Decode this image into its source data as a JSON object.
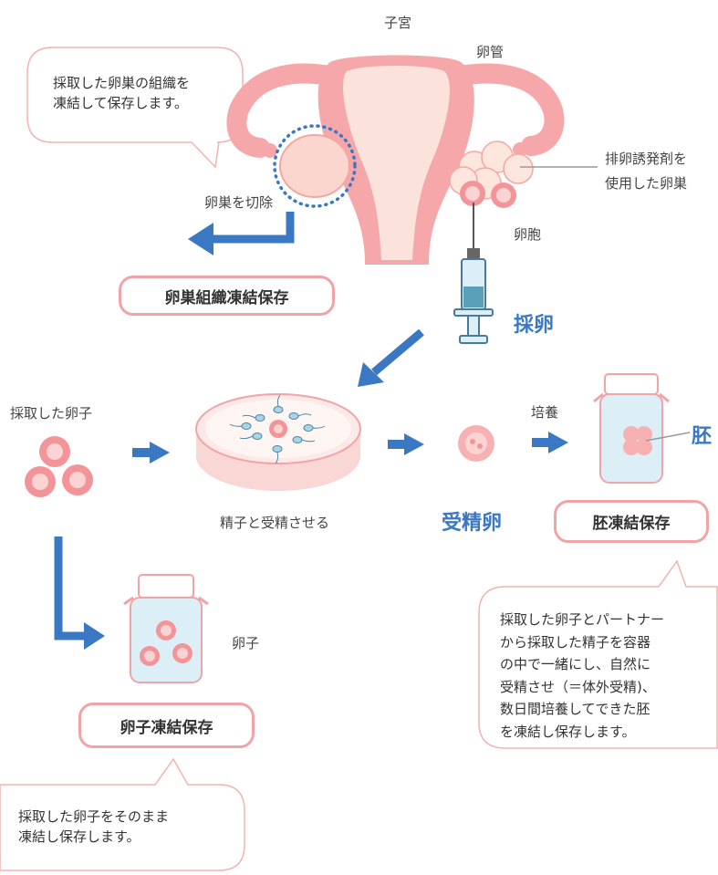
{
  "labels": {
    "uterus": "子宮",
    "fallopian_tube": "卵管",
    "stimulated_ovary_line1": "排卵誘発剤を",
    "stimulated_ovary_line2": "使用した卵巣",
    "follicle": "卵胞",
    "ovary_excision": "卵巣を切除",
    "egg_retrieval": "採卵",
    "retrieved_eggs": "採取した卵子",
    "fertilize": "精子と受精させる",
    "fertilized_egg": "受精卵",
    "culture": "培養",
    "embryo": "胚",
    "egg": "卵子"
  },
  "boxes": {
    "ovarian_tissue": "卵巣組織凍結保存",
    "embryo_freeze": "胚凍結保存",
    "egg_freeze": "卵子凍結保存"
  },
  "bubbles": {
    "ovary_note": [
      "採取した卵巣の組織を",
      "凍結して保存します。"
    ],
    "embryo_note": [
      "採取した卵子とパートナー",
      "から採取した精子を容器",
      "の中で一緒にし、自然に",
      "受精させ（＝体外受精)、",
      "数日間培養してできた胚",
      "を凍結し保存します。"
    ],
    "egg_note": [
      "採取した卵子をそのまま",
      "凍結し保存します。"
    ]
  },
  "colors": {
    "uterus": "#f6a7aa",
    "uterus_inner": "#fbe3dc",
    "ovary": "#fbd6cf",
    "arrow_blue": "#3a78c3",
    "accent_pink": "#f1a3a7",
    "bottle": "#dceff7"
  }
}
